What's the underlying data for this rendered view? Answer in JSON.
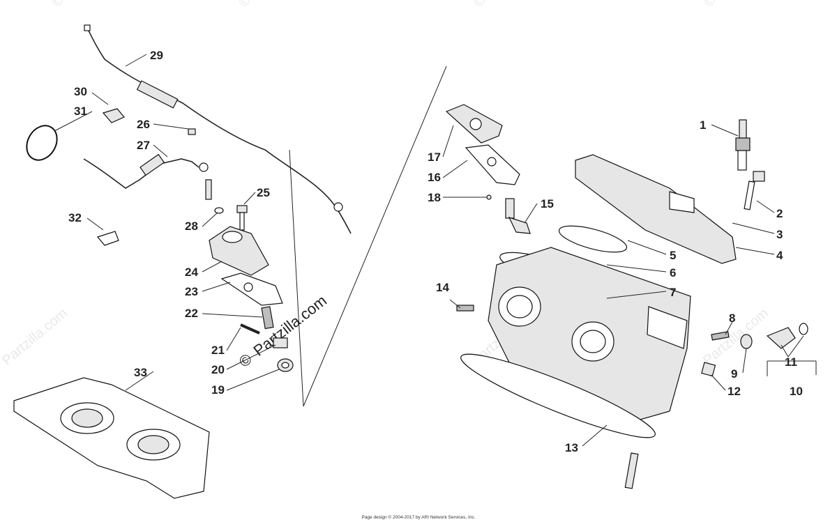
{
  "watermark": {
    "copyright_symbol": "©",
    "site": "Partzilla.com"
  },
  "footer": {
    "text": "Page design © 2004-2017 by ARI Network Services, Inc."
  },
  "callouts": {
    "c1": "1",
    "c2": "2",
    "c3": "3",
    "c4": "4",
    "c5": "5",
    "c6": "6",
    "c7": "7",
    "c8": "8",
    "c9": "9",
    "c10": "10",
    "c11": "11",
    "c12": "12",
    "c13": "13",
    "c14": "14",
    "c15": "15",
    "c16": "16",
    "c17": "17",
    "c18": "18",
    "c19": "19",
    "c20": "20",
    "c21": "21",
    "c22": "22",
    "c23": "23",
    "c24": "24",
    "c25": "25",
    "c26": "26",
    "c27": "27",
    "c28": "28",
    "c29": "29",
    "c30": "30",
    "c31": "31",
    "c32": "32",
    "c33": "33"
  },
  "icons": {
    "watermark": "copyright-icon"
  }
}
